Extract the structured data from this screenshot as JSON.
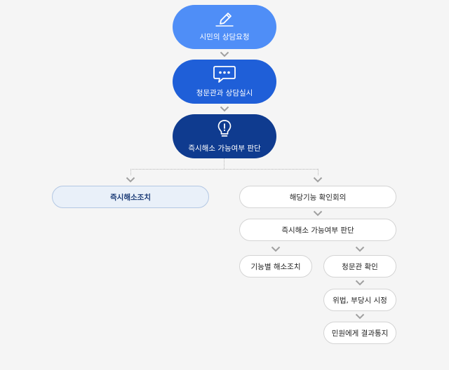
{
  "steps": [
    {
      "label": "시민의 상담요청",
      "icon": "pencil-icon",
      "color": "#4f8ef7"
    },
    {
      "label": "청문관과 상담실시",
      "icon": "chat-bubble-icon",
      "color": "#1f5fd8"
    },
    {
      "label": "즉시해소 가능여부 판단",
      "icon": "lightbulb-icon",
      "color": "#0f3b8f"
    }
  ],
  "left_branch": {
    "label": "즉시해소조치"
  },
  "right_branch": {
    "check": "해당기능 확인회의",
    "decide": "즉시해소 가능여부 판단",
    "option_a": "기능별 해소조치",
    "option_b": "청문관 확인",
    "review": "위법, 부당시 시정",
    "notify": "민원에게 결과통지"
  },
  "colors": {
    "background": "#f5f5f5",
    "connector": "#a0a0a0"
  }
}
